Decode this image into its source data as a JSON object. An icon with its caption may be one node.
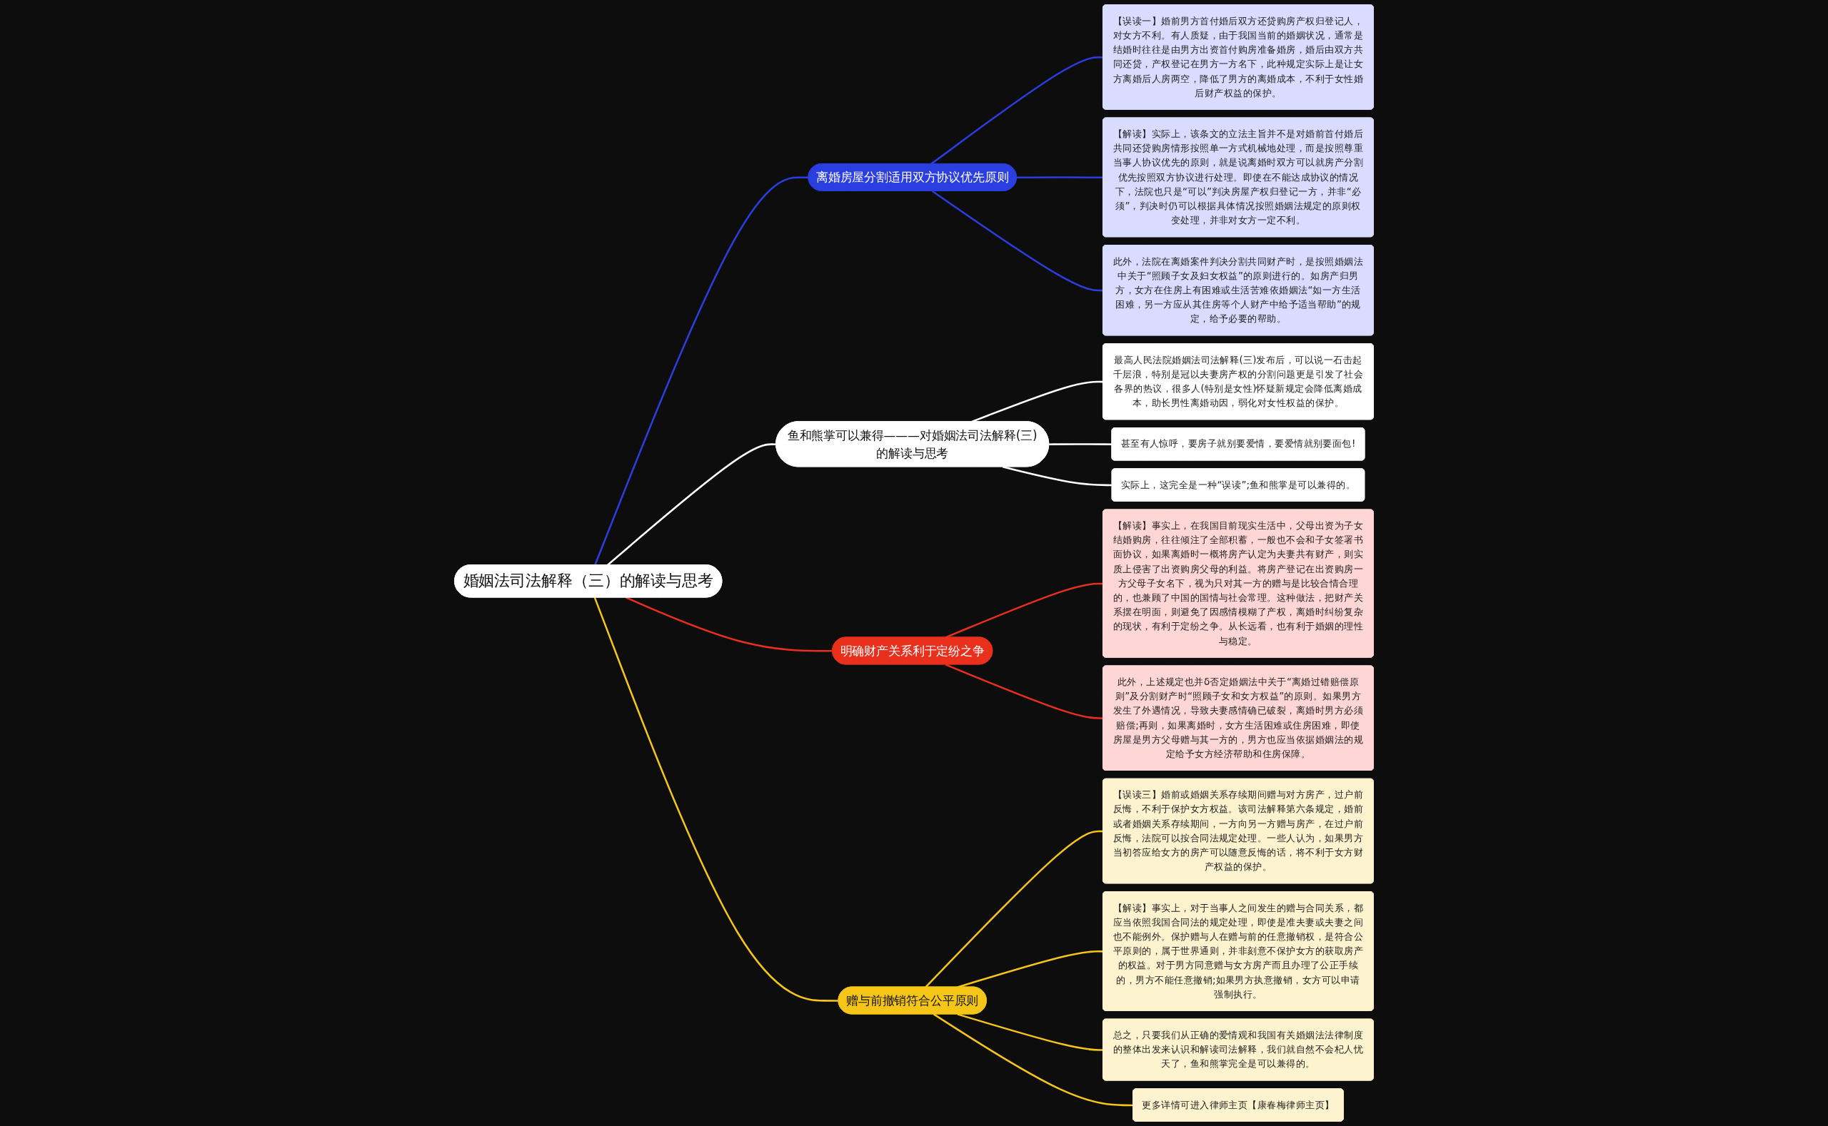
{
  "diagram": {
    "nodes": [
      {
        "text": [
          "婚姻法司法解释（三）的解读与思考"
        ]
      },
      {
        "text": [
          "离婚房屋分割适用双方协议优先原则"
        ]
      },
      {
        "text": [
          "【误读一】婚前男方首付婚后双方还贷购房产权归登记人，对女方不利。有人质疑，由于我国当前的婚姻状况，通常是结婚时往往是由男方出资首付购房准备婚房，婚后由双方共同还贷，产权登记在男方一方名下，此种规定实际上是让女方离婚后人房两空，降低了男方的离婚成本，不利于女性婚后财产权益的保护。"
        ]
      },
      {
        "text": [
          "【解读】实际上，该条文的立法主旨并不是对婚前首付婚后共同还贷购房情形按照单一方式机械地处理，而是按照尊重当事人协议优先的原则，就是说离婚时双方可以就房产分割优先按照双方协议进行处理。即使在不能达成协议的情况下，法院也只是“可以”判决房屋产权归登记一方，并非“必须”，判决时仍可以根据具体情况按照婚姻法规定的原则权变处理，并非对女方一定不利。"
        ]
      },
      {
        "text": [
          "此外，法院在离婚案件判决分割共同财产时，是按照婚姻法中关于“照顾子女及妇女权益”的原则进行的。如房产归男方，女方在住房上有困难或生活苦难依婚姻法“如一方生活困难，另一方应从其住房等个人财产中给予适当帮助”的规定，给予必要的帮助。"
        ]
      },
      {
        "text": [
          "鱼和熊掌可以兼得———对婚姻法司法解释(三)的解读与思考"
        ]
      },
      {
        "text": [
          "最高人民法院婚姻法司法解释(三)发布后，可以说一石击起千层浪，特别是冠以夫妻房产权的分割问题更是引发了社会各界的热议，很多人(特别是女性)怀疑新规定会降低离婚成本，助长男性离婚动因，弱化对女性权益的保护。"
        ]
      },
      {
        "text": [
          "甚至有人惊呼，要房子就别要爱情，要爱情就别要面包!"
        ]
      },
      {
        "text": [
          "实际上，这完全是一种“误读”;鱼和熊掌是可以兼得的。"
        ]
      },
      {
        "text": [
          "明确财产关系利于定纷之争"
        ]
      },
      {
        "text": [
          "【解读】事实上，在我国目前现实生活中，父母出资为子女结婚购房，往往倾注了全部积蓄，一般也不会和子女签署书面协议，如果离婚时一概将房产认定为夫妻共有财产，则实质上侵害了出资购房父母的利益。将房产登记在出资购房一方父母子女名下，视为只对其一方的赠与是比较合情合理的，也兼顾了中国的国情与社会常理。这种做法，把财产关系摆在明面，则避免了因感情模糊了产权，离婚时纠纷复杂的现状，有利于定纷之争。从长远看，也有利于婚姻的理性与稳定。"
        ]
      },
      {
        "text": [
          "此外，上述规定也并δ否定婚姻法中关于“离婚过错赔偿原则”及分割财产时“照顾子女和女方权益”的原则。如果男方发生了外遇情况，导致夫妻感情确已破裂，离婚时男方必须赔偿;再则，如果离婚时，女方生活困难或住房困难，即使房屋是男方父母赠与其一方的，男方也应当依据婚姻法的规定给予女方经济帮助和住房保障。"
        ]
      },
      {
        "text": [
          "赠与前撤销符合公平原则"
        ]
      },
      {
        "text": [
          "【误读三】婚前或婚姻关系存续期间赠与对方房产，过户前反悔，不利于保护女方权益。该司法解释第六条规定，婚前或者婚姻关系存续期间，一方向另一方赠与房产，在过户前反悔，法院可以按合同法规定处理。一些人认为，如果男方当初答应给女方的房产可以随意反悔的话，将不利于女方财产权益的保护。"
        ]
      },
      {
        "text": [
          "【解读】事实上，对于当事人之间发生的赠与合同关系，都应当依照我国合同法的规定处理，即使是准夫妻或夫妻之间也不能例外。保护赠与人在赠与前的任意撤销权，是符合公平原则的，属于世界通则，并非刻意不保护女方的获取房产的权益。对于男方同意赠与女方房产而且办理了公正手续的，男方不能任意撤销;如果男方执意撤销，女方可以申请强制执行。"
        ]
      },
      {
        "text": [
          "总之，只要我们从正确的爱情观和我国有关婚姻法法律制度的整体出发来认识和解读司法解释，我们就自然不会杞人忧天了，鱼和熊掌完全是可以兼得的。"
        ]
      },
      {
        "text": [
          "更多详情可进入律师主页【康春梅律师主页】"
        ]
      }
    ],
    "edges": [
      {
        "from": 0,
        "to": 1,
        "arrow": "none",
        "color": "#2b3ee0"
      },
      {
        "from": 1,
        "to": 2,
        "arrow": "none",
        "color": "#2b3ee0"
      },
      {
        "from": 1,
        "to": 3,
        "arrow": "none",
        "color": "#2b3ee0"
      },
      {
        "from": 1,
        "to": 4,
        "arrow": "none",
        "color": "#2b3ee0"
      },
      {
        "from": 0,
        "to": 5,
        "arrow": "none",
        "color": "#ffffff"
      },
      {
        "from": 5,
        "to": 6,
        "arrow": "none",
        "color": "#ffffff"
      },
      {
        "from": 5,
        "to": 7,
        "arrow": "none",
        "color": "#ffffff"
      },
      {
        "from": 5,
        "to": 8,
        "arrow": "none",
        "color": "#ffffff"
      },
      {
        "from": 0,
        "to": 9,
        "arrow": "none",
        "color": "#e8301c"
      },
      {
        "from": 9,
        "to": 10,
        "arrow": "none",
        "color": "#e8301c"
      },
      {
        "from": 9,
        "to": 11,
        "arrow": "none",
        "color": "#e8301c"
      },
      {
        "from": 0,
        "to": 12,
        "arrow": "none",
        "color": "#f5c518"
      },
      {
        "from": 12,
        "to": 13,
        "arrow": "none",
        "color": "#f5c518"
      },
      {
        "from": 12,
        "to": 14,
        "arrow": "none",
        "color": "#f5c518"
      },
      {
        "from": 12,
        "to": 15,
        "arrow": "none",
        "color": "#f5c518"
      },
      {
        "from": 12,
        "to": 16,
        "arrow": "none",
        "color": "#f5c518"
      }
    ]
  }
}
